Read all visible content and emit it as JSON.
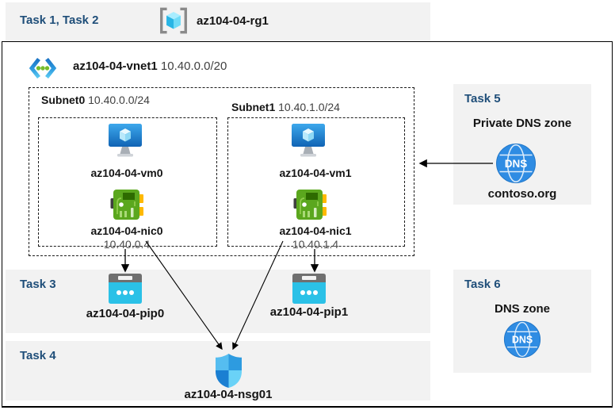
{
  "colors": {
    "task_heading": "#1F4E79",
    "band_background": "#F2F2F2",
    "frame_border": "#000000",
    "vm_blue": "#1063B4",
    "nic_green": "#5BA71E",
    "nic_connector_yellow": "#FFB900",
    "pip_cyan": "#2BC1E7",
    "nsg_shield_blue": "#2D9BE0",
    "dns_circle_blue": "#2F8CE3",
    "rg_cube_cyan": "#28B5E5",
    "vnet_dot_green": "#76BC2D"
  },
  "header_band": {
    "task_label": "Task 1, Task 2",
    "resource_group": "az104-04-rg1"
  },
  "vnet": {
    "name": "az104-04-vnet1",
    "cidr": "10.40.0.0/20"
  },
  "subnets": [
    {
      "name": "Subnet0",
      "cidr": "10.40.0.0/24",
      "vm": "az104-04-vm0",
      "nic": "az104-04-nic0",
      "ip": "10.40.0.4"
    },
    {
      "name": "Subnet1",
      "cidr": "10.40.1.0/24",
      "vm": "az104-04-vm1",
      "nic": "az104-04-nic1",
      "ip": "10.40.1.4"
    }
  ],
  "task3": {
    "label": "Task 3",
    "pips": [
      "az104-04-pip0",
      "az104-04-pip1"
    ]
  },
  "task4": {
    "label": "Task 4",
    "nsg": "az104-04-nsg01"
  },
  "task5": {
    "label": "Task 5",
    "title": "Private DNS zone",
    "zone": "contoso.org",
    "icon_text": "DNS"
  },
  "task6": {
    "label": "Task 6",
    "title": "DNS zone",
    "icon_text": "DNS"
  }
}
